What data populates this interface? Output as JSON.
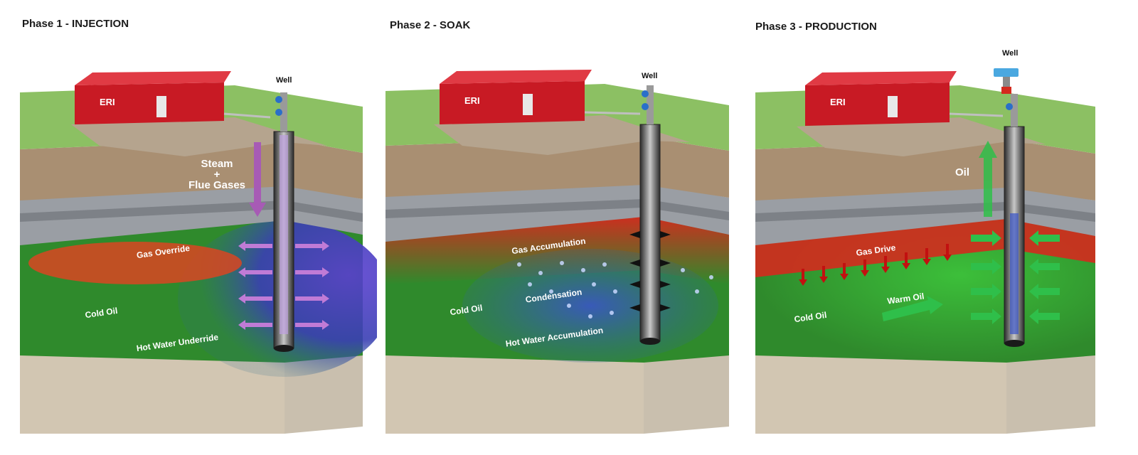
{
  "phases": [
    {
      "title": "Phase 1 - INJECTION",
      "well_label": "Well",
      "flow_line1": "Steam",
      "flow_line2": "+",
      "flow_line3": "Flue Gases",
      "zone_labels": [
        "Gas Override",
        "Cold Oil",
        "Hot Water Underride"
      ]
    },
    {
      "title": "Phase 2 - SOAK",
      "well_label": "Well",
      "zone_labels": [
        "Gas Accumulation",
        "Condensation",
        "Cold Oil",
        "Hot Water Accumulation"
      ]
    },
    {
      "title": "Phase 3 - PRODUCTION",
      "well_label": "Well",
      "flow_label": "Oil",
      "zone_labels": [
        "Gas Drive",
        "Warm Oil",
        "Cold Oil"
      ]
    }
  ],
  "building_logo": "ERI",
  "colors": {
    "building": "#c81a24",
    "grass": "#8cc063",
    "soil": "#a98f72",
    "rock_grey": "#9a9ea4",
    "oil_green": "#2f8a2c",
    "gas_red": "#d42a1e",
    "water_blue": "#3a3fb4",
    "steam_purple": "#9b5bb5",
    "production_arrow": "#2fbf4a"
  }
}
